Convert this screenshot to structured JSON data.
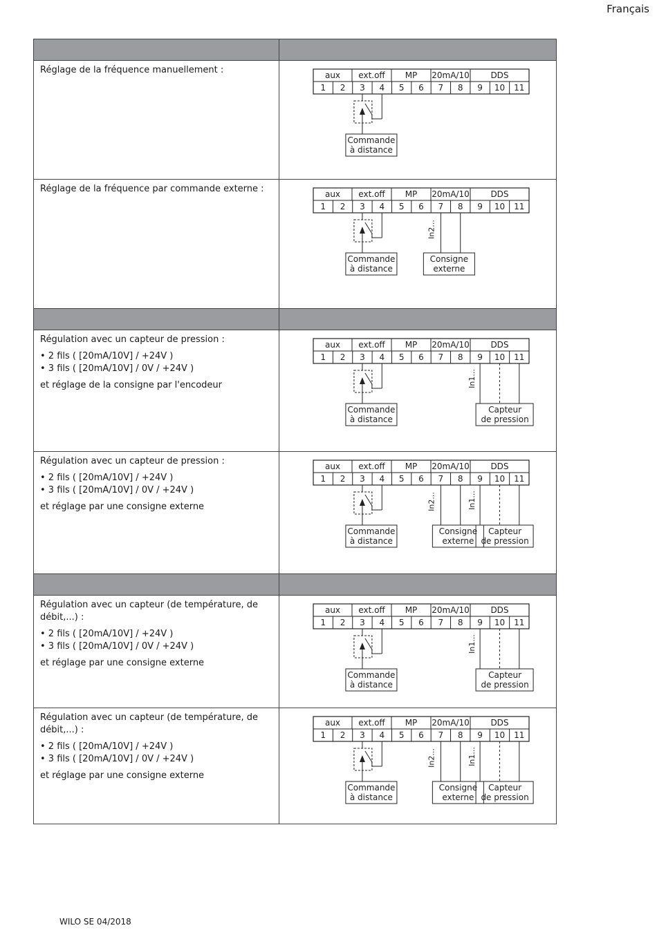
{
  "language": "Français",
  "footer": "WILO SE 04/2018",
  "terminal": {
    "groups": [
      "aux",
      "ext.off",
      "MP",
      "20mA/10",
      "DDS"
    ],
    "numbers": [
      "1",
      "2",
      "3",
      "4",
      "5",
      "6",
      "7",
      "8",
      "9",
      "10",
      "11"
    ]
  },
  "labels": {
    "remote_1": "Commande",
    "remote_2": "à distance",
    "ext_1": "Consigne",
    "ext_2": "externe",
    "sensor_1": "Capteur",
    "sensor_2": "de pression",
    "in1": "In1...",
    "in2": "In2..."
  },
  "rows": [
    {
      "kind": "header"
    },
    {
      "kind": "item",
      "title": "Réglage de la fréquence manuellement :",
      "bullets": [],
      "note": "",
      "diagram": "d1"
    },
    {
      "kind": "item",
      "title": "Réglage de la fréquence par commande externe :",
      "bullets": [],
      "note": "",
      "diagram": "d2"
    },
    {
      "kind": "header"
    },
    {
      "kind": "item",
      "title": "Régulation avec un capteur de pression :",
      "bullets": [
        "• 2 fils ( [20mA/10V] / +24V )",
        "• 3 fils ( [20mA/10V] / 0V / +24V )"
      ],
      "note": "et réglage de la consigne par l'encodeur",
      "diagram": "d3"
    },
    {
      "kind": "item",
      "title": "Régulation avec un capteur de pression :",
      "bullets": [
        "• 2 fils ( [20mA/10V] / +24V )",
        "• 3 fils ( [20mA/10V] / 0V / +24V )"
      ],
      "note": "et réglage par une consigne externe",
      "diagram": "d4"
    },
    {
      "kind": "header"
    },
    {
      "kind": "item",
      "title": "Régulation avec un capteur (de température, de débit,...) :",
      "bullets": [
        "• 2 fils ( [20mA/10V] / +24V )",
        "• 3 fils ( [20mA/10V] / 0V / +24V )"
      ],
      "note": "et réglage par une consigne externe",
      "diagram": "d3"
    },
    {
      "kind": "item",
      "title": "Régulation avec un capteur (de température, de débit,...) :",
      "bullets": [
        "• 2 fils ( [20mA/10V] / +24V )",
        "• 3 fils ( [20mA/10V] / 0V / +24V )"
      ],
      "note": "et réglage par une consigne externe",
      "diagram": "d4"
    }
  ]
}
